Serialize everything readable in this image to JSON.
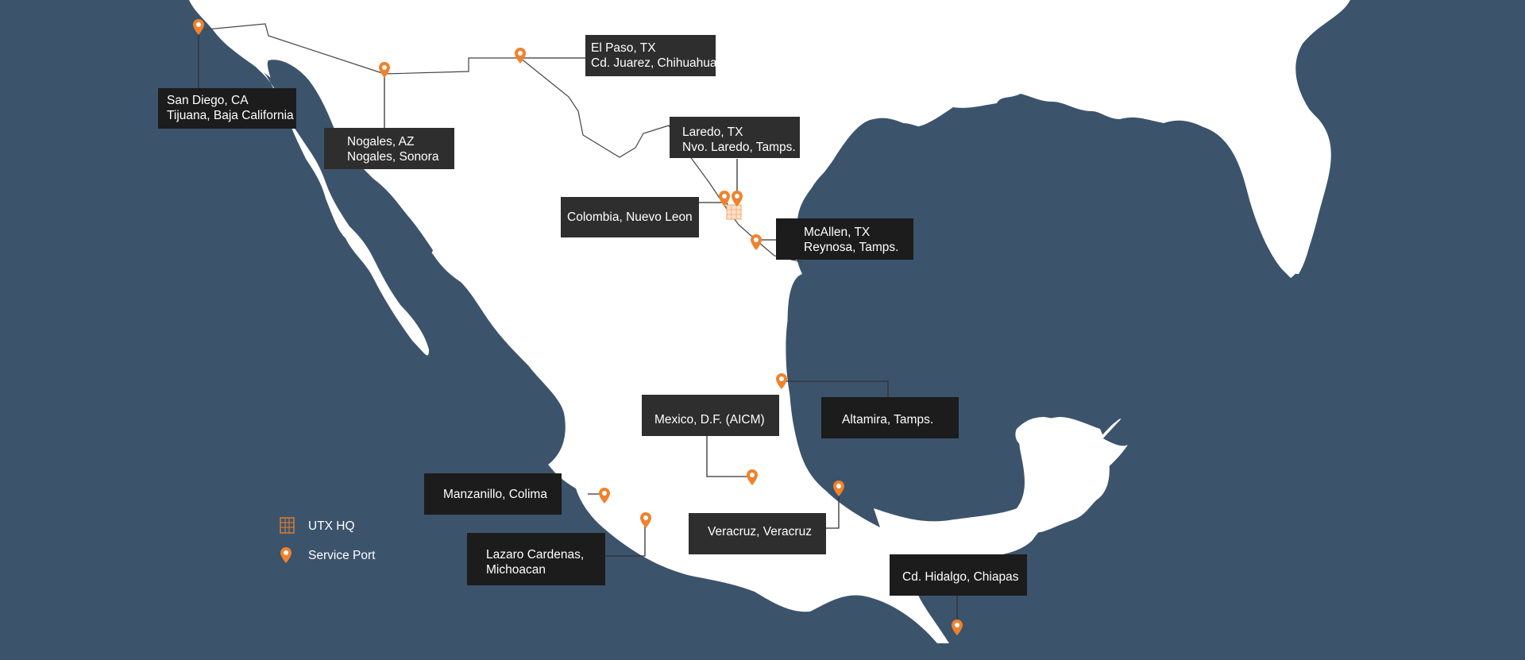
{
  "colors": {
    "ocean": "#3c536c",
    "land": "#ffffff",
    "pin": "#f0822b",
    "label_bg": "#2e2e2e",
    "label_bg_dark": "#1c1c1c",
    "label_text": "#ffffff"
  },
  "legend": {
    "hq_label": "UTX HQ",
    "hq_icon": "building-icon",
    "port_label": "Service Port",
    "port_icon": "map-pin-icon"
  },
  "locations": [
    {
      "id": "san-diego",
      "lines": [
        "San Diego, CA",
        "Tijuana, Baja California"
      ]
    },
    {
      "id": "nogales",
      "lines": [
        "Nogales, AZ",
        "Nogales, Sonora"
      ]
    },
    {
      "id": "el-paso",
      "lines": [
        "El Paso, TX",
        "Cd. Juarez, Chihuahua"
      ]
    },
    {
      "id": "laredo",
      "lines": [
        "Laredo, TX",
        "Nvo. Laredo, Tamps."
      ]
    },
    {
      "id": "colombia",
      "lines": [
        "Colombia, Nuevo Leon"
      ]
    },
    {
      "id": "mcallen",
      "lines": [
        "McAllen, TX",
        "Reynosa, Tamps."
      ]
    },
    {
      "id": "altamira",
      "lines": [
        "Altamira, Tamps."
      ]
    },
    {
      "id": "mexico-df",
      "lines": [
        "Mexico, D.F. (AICM)"
      ]
    },
    {
      "id": "manzanillo",
      "lines": [
        "Manzanillo, Colima"
      ]
    },
    {
      "id": "lazaro",
      "lines": [
        "Lazaro Cardenas,",
        "Michoacan"
      ]
    },
    {
      "id": "veracruz",
      "lines": [
        "Veracruz, Veracruz"
      ]
    },
    {
      "id": "hidalgo",
      "lines": [
        "Cd. Hidalgo, Chiapas"
      ]
    }
  ]
}
